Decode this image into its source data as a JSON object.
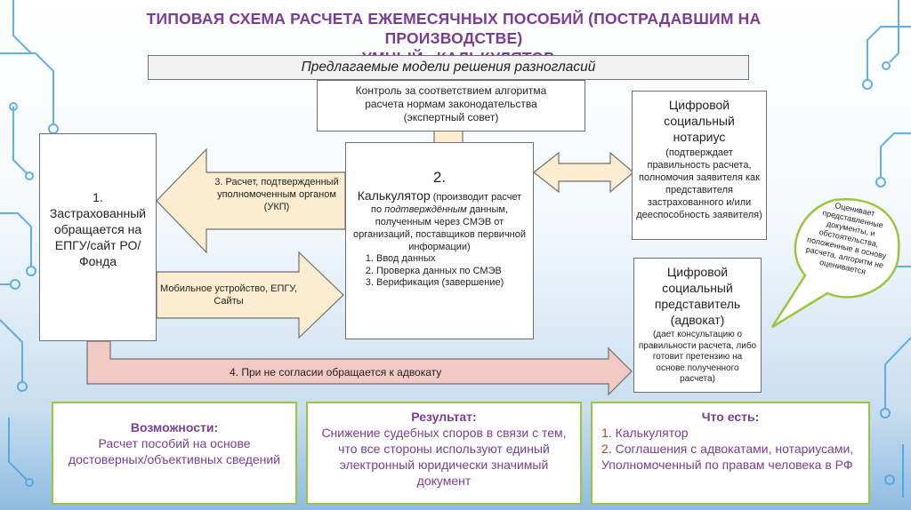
{
  "title": {
    "line1": "ТИПОВАЯ СХЕМА РАСЧЕТА ЕЖЕМЕСЯЧНЫХ ПОСОБИЙ (ПОСТРАДАВШИМ НА ПРОИЗВОДСТВЕ)",
    "line2": "«УМНЫЙ» КАЛЬКУЛЯТОР"
  },
  "subtitle": "Предлагаемые модели решения разногласий",
  "control_box": {
    "line1": "Контроль за соответствием алгоритма",
    "line2": "расчета нормам законодательства",
    "line3": "(экспертный совет)"
  },
  "insured_box": {
    "number": "1.",
    "text": "Застрахованный обращается на ЕПГУ/сайт РО/Фонда"
  },
  "calculator_box": {
    "number": "2.",
    "heading": "Калькулятор",
    "desc_pre": " (производит расчет по ",
    "desc_italic": "подтверждённым",
    "desc_post": " данным, полученным через СМЭВ от организаций, поставщиков первичной информации)",
    "steps": [
      "Ввод данных",
      "Проверка данных по СМЭВ",
      "Верификация (завершение)"
    ]
  },
  "notary_box": {
    "heading": "Цифровой социальный нотариус",
    "desc": "(подтверждает правильность расчета, полномочия заявителя как представителя застрахованного и/или дееспособность заявителя)"
  },
  "lawyer_box": {
    "heading": "Цифровой социальный представитель (адвокат)",
    "desc": "(дает консультацию о правильности расчета, либо готовит претензию на основе полученного расчета)"
  },
  "arrows": {
    "step3": "3. Расчет, подтвержденный уполномоченным органом (УКП)",
    "mobile": "Мобильное устройство, ЕПГУ, Сайты",
    "step4": "4. При не согласии обращается к адвокату"
  },
  "callout": "Оценивает представленные документы, и обстоятельства, положенные в основу расчета, алгоритм не оценивается",
  "bottom": {
    "opportunities": {
      "title": "Возможности:",
      "text": "Расчет пособий на основе достоверных/объективных сведений"
    },
    "result": {
      "title": "Результат:",
      "text": "Снижение судебных споров в связи с тем, что все стороны используют единый электронный юридически значимый документ"
    },
    "existing": {
      "title": "Что есть:",
      "item1_num": "1.",
      "item1": " Калькулятор",
      "item2_num": "2.",
      "item2": " Соглашения с адвокатами, нотариусами, Уполномоченный по правам человека в РФ"
    }
  },
  "colors": {
    "accent_purple": "#7a3d96",
    "arrow_fill": "#fcedd0",
    "callout_green": "#9bc53c",
    "circuit_blue": "#4aa3df"
  }
}
